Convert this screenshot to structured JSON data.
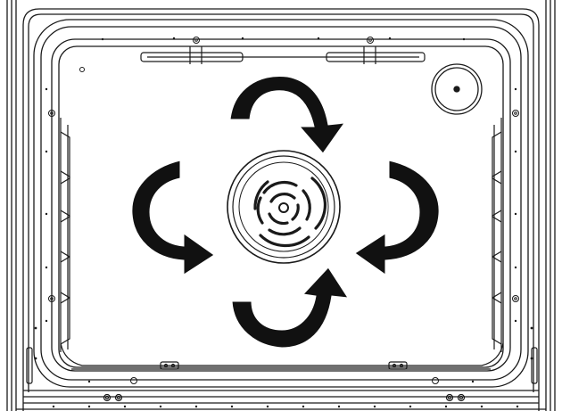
{
  "figure": {
    "subject": "oven-cavity-front-view",
    "elements": {
      "fan_cover": "circular-fan-cover",
      "lamp": "round-oven-lamp",
      "airflow_arrows": [
        "top-arrow",
        "left-arrow",
        "right-arrow",
        "bottom-arrow"
      ],
      "side_rails": [
        "left-shelf-rail",
        "right-shelf-rail"
      ]
    },
    "colors": {
      "line": "#1a1a1a",
      "arrow": "#111111",
      "background": "#ffffff"
    }
  }
}
